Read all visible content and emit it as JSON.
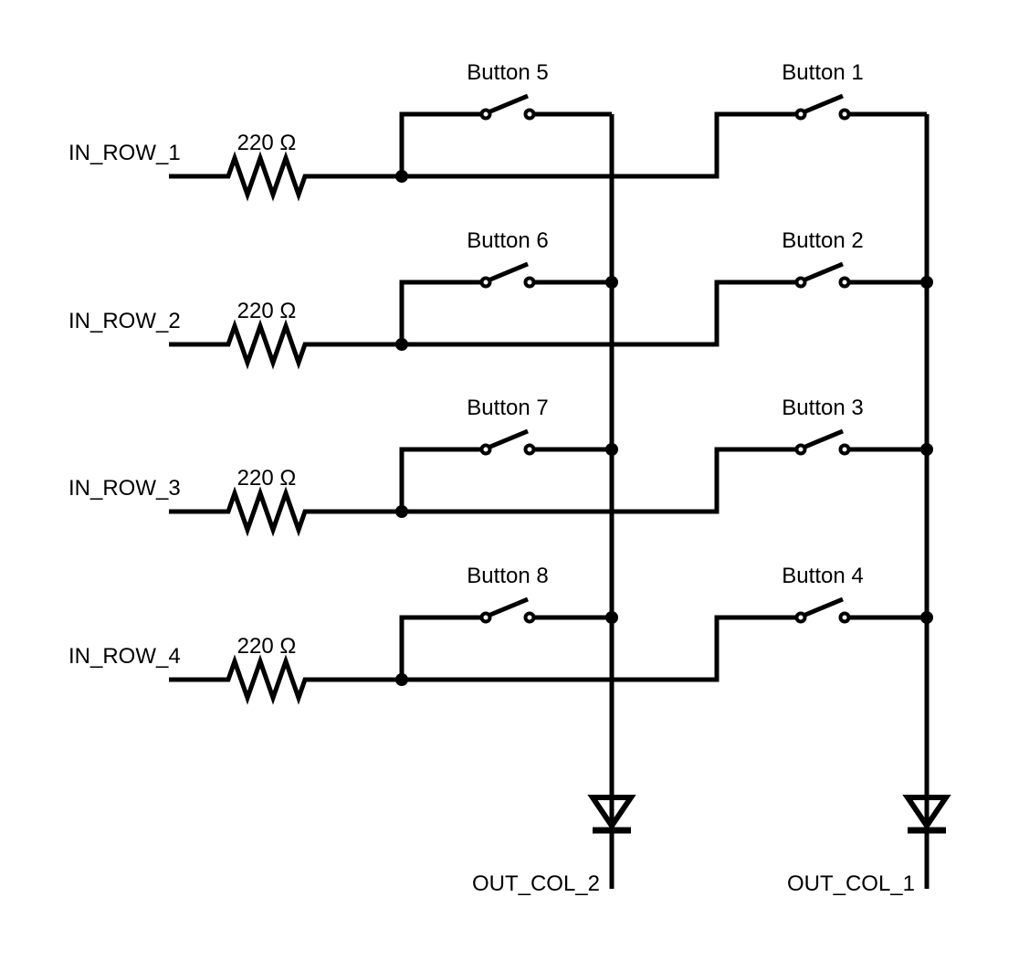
{
  "diagram": {
    "colors": {
      "line": "#000000",
      "background": "#ffffff"
    },
    "rows": [
      {
        "label": "IN_ROW_1",
        "resistor": "220 Ω"
      },
      {
        "label": "IN_ROW_2",
        "resistor": "220 Ω"
      },
      {
        "label": "IN_ROW_3",
        "resistor": "220 Ω"
      },
      {
        "label": "IN_ROW_4",
        "resistor": "220 Ω"
      }
    ],
    "buttons": {
      "col2": [
        "Button 5",
        "Button 6",
        "Button 7",
        "Button 8"
      ],
      "col1": [
        "Button 1",
        "Button 2",
        "Button 3",
        "Button 4"
      ]
    },
    "outputs": {
      "col2": "OUT_COL_2",
      "col1": "OUT_COL_1"
    }
  }
}
